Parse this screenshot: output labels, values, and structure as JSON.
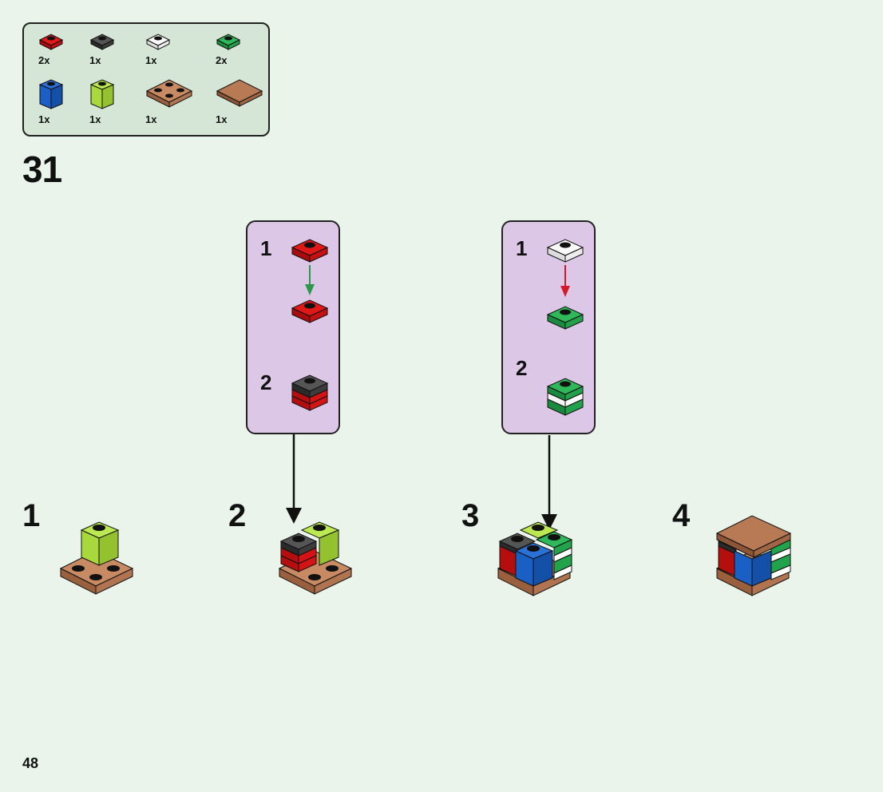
{
  "parts": [
    {
      "icon": "red-plate-1x1-icon",
      "qty": "2x",
      "color": "#cc1111"
    },
    {
      "icon": "dark-grey-plate-1x1-icon",
      "qty": "1x",
      "color": "#3a3a3a"
    },
    {
      "icon": "white-plate-1x1-icon",
      "qty": "1x",
      "color": "#f4f4f4"
    },
    {
      "icon": "green-plate-1x1-icon",
      "qty": "2x",
      "color": "#22a24a"
    },
    {
      "icon": "blue-brick-1x1-icon",
      "qty": "1x",
      "color": "#1a5fc4"
    },
    {
      "icon": "lime-brick-1x1-icon",
      "qty": "1x",
      "color": "#a8d83c"
    },
    {
      "icon": "tan-plate-2x2-icon",
      "qty": "1x",
      "color": "#b87a55"
    },
    {
      "icon": "tan-tile-2x2-icon",
      "qty": "1x",
      "color": "#a8704e"
    }
  ],
  "step_number": "31",
  "subassembly_left": {
    "steps": [
      "1",
      "2"
    ]
  },
  "subassembly_right": {
    "steps": [
      "1",
      "2"
    ]
  },
  "build_steps": [
    "1",
    "2",
    "3",
    "4"
  ],
  "page_number": "48"
}
